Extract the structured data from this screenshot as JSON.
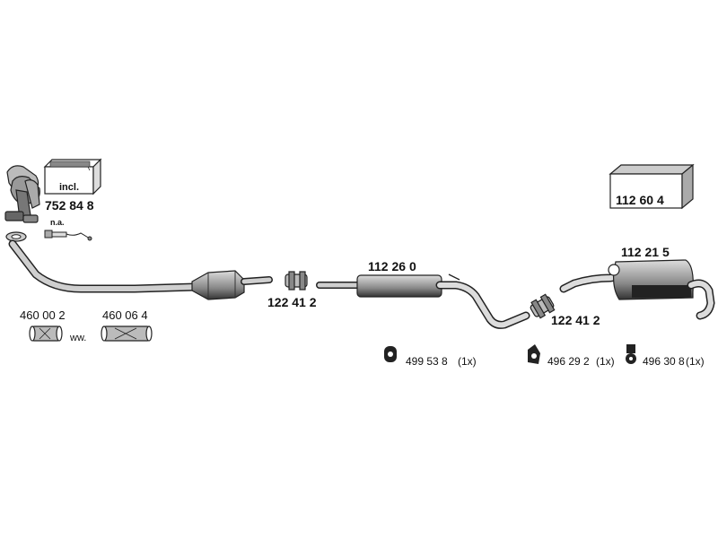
{
  "parts": {
    "manifold_kit": {
      "incl": "incl.",
      "number": "752 84 8",
      "note": "n.a."
    },
    "catalyst_pipe_clamp": {
      "number": "122 41 2"
    },
    "front_sleeve_1": {
      "number": "460 00 2"
    },
    "front_sleeve_2": {
      "number": "460 06 4"
    },
    "sleeve_note": "ww.",
    "middle_silencer": {
      "number": "112 26 0"
    },
    "rear_kit_box": {
      "number": "112 60 4"
    },
    "rear_silencer": {
      "number": "112 21 5"
    },
    "rear_clamp": {
      "number": "122 41 2"
    },
    "hanger_1": {
      "number": "499 53 8",
      "qty": "(1x)"
    },
    "hanger_2": {
      "number": "496 29 2",
      "qty": "(1x)"
    },
    "hanger_3": {
      "number": "496 30 8",
      "qty": "(1x)"
    }
  }
}
